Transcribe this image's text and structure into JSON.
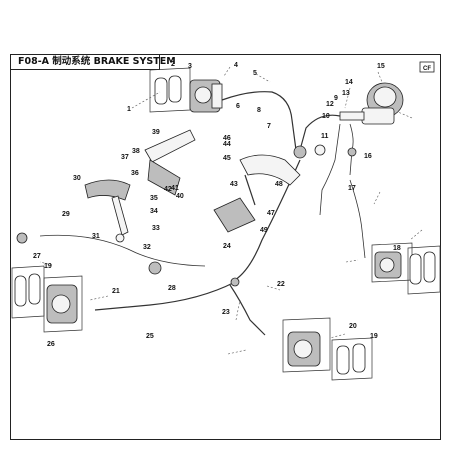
{
  "title": "F08-A 制动系统 BRAKE SYSTEM",
  "logo_text": "CF",
  "callouts": [
    "1",
    "2",
    "3",
    "4",
    "5",
    "6",
    "7",
    "8",
    "9",
    "10",
    "11",
    "12",
    "13",
    "14",
    "15",
    "16",
    "17",
    "18",
    "19",
    "20",
    "21",
    "22",
    "23",
    "24",
    "25",
    "26",
    "27",
    "28",
    "29",
    "30",
    "31",
    "32",
    "33",
    "34",
    "35",
    "36",
    "37",
    "38",
    "39",
    "40",
    "41",
    "42",
    "43",
    "44",
    "45",
    "46",
    "47",
    "48",
    "49"
  ]
}
